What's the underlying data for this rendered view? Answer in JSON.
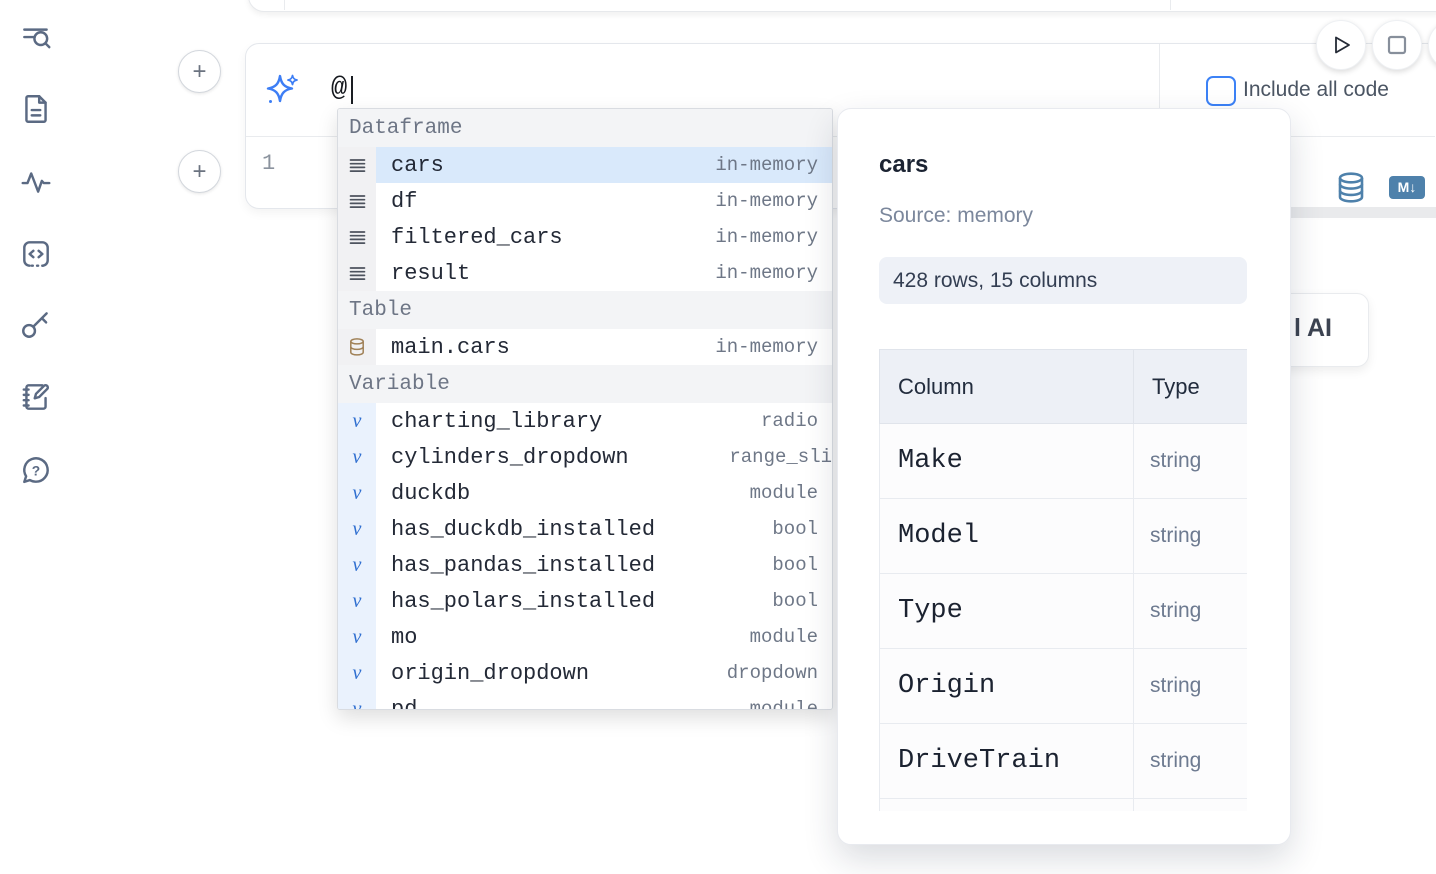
{
  "colors": {
    "accent_blue": "#3c82f6",
    "steel_blue": "#4e81ab",
    "selected_row": "#d9e9fb"
  },
  "sidebar": {
    "icons": [
      "contents-search-icon",
      "file-icon",
      "activity-icon",
      "snippets-icon",
      "key-icon",
      "scratchpad-icon",
      "help-icon"
    ]
  },
  "prompt_cell": {
    "add_button_glyph": "+",
    "prompt_value": "@",
    "include_all_code_label": "Include all code",
    "line_number": "1"
  },
  "run_controls": {
    "icons": [
      "play-icon",
      "stop-icon"
    ]
  },
  "output_toolbar": {
    "database_icon": "database-icon",
    "markdown_badge": "M↓"
  },
  "hidden_card": {
    "visible_text": "l AI"
  },
  "autocomplete": {
    "sections": [
      {
        "label": "Dataframe",
        "kind": "dataframe",
        "items": [
          {
            "name": "cars",
            "type": "in-memory",
            "selected": true
          },
          {
            "name": "df",
            "type": "in-memory"
          },
          {
            "name": "filtered_cars",
            "type": "in-memory"
          },
          {
            "name": "result",
            "type": "in-memory"
          }
        ]
      },
      {
        "label": "Table",
        "kind": "table",
        "items": [
          {
            "name": "main.cars",
            "type": "in-memory"
          }
        ]
      },
      {
        "label": "Variable",
        "kind": "variable",
        "items": [
          {
            "name": "charting_library",
            "type": "radio"
          },
          {
            "name": "cylinders_dropdown",
            "type": "range_sli",
            "flush": true
          },
          {
            "name": "duckdb",
            "type": "module"
          },
          {
            "name": "has_duckdb_installed",
            "type": "bool"
          },
          {
            "name": "has_pandas_installed",
            "type": "bool"
          },
          {
            "name": "has_polars_installed",
            "type": "bool"
          },
          {
            "name": "mo",
            "type": "module"
          },
          {
            "name": "origin_dropdown",
            "type": "dropdown"
          },
          {
            "name": "pd",
            "type": "module"
          }
        ]
      }
    ]
  },
  "preview": {
    "title": "cars",
    "source_label": "Source: memory",
    "shape_label": "428 rows, 15 columns",
    "table": {
      "headers": [
        "Column",
        "Type"
      ],
      "rows": [
        [
          "Make",
          "string"
        ],
        [
          "Model",
          "string"
        ],
        [
          "Type",
          "string"
        ],
        [
          "Origin",
          "string"
        ],
        [
          "DriveTrain",
          "string"
        ]
      ],
      "clipped_extra_row": true
    }
  }
}
